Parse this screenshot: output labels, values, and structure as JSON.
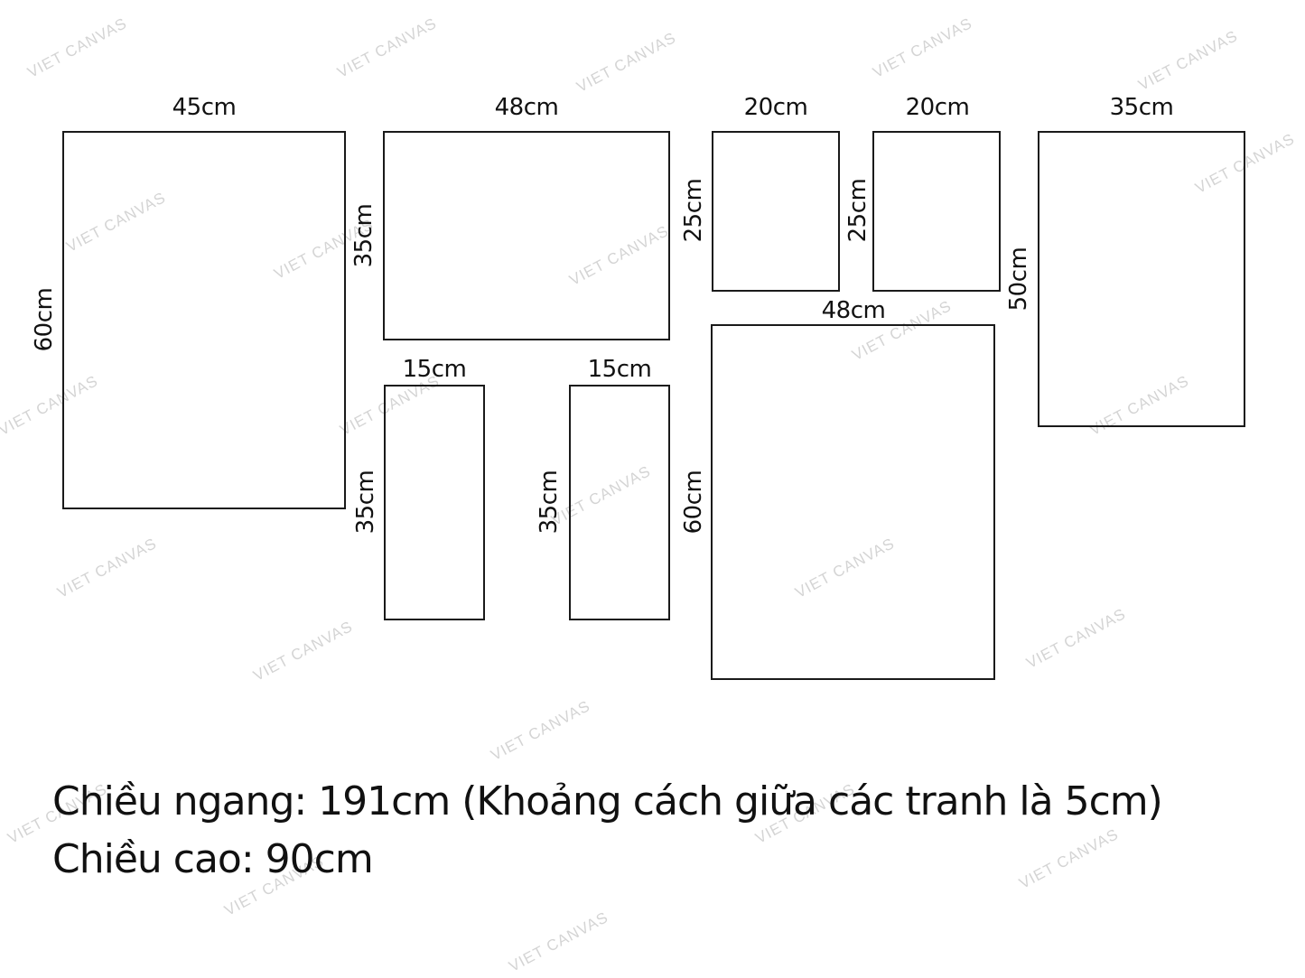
{
  "watermark": "VIET CANVAS",
  "panels": [
    {
      "id": "p1",
      "width_label": "45cm",
      "height_label": "60cm"
    },
    {
      "id": "p2",
      "width_label": "48cm",
      "height_label": "35cm"
    },
    {
      "id": "p3",
      "width_label": "15cm",
      "height_label": "35cm"
    },
    {
      "id": "p4",
      "width_label": "15cm",
      "height_label": "35cm"
    },
    {
      "id": "p5",
      "width_label": "20cm",
      "height_label": "25cm"
    },
    {
      "id": "p6",
      "width_label": "20cm",
      "height_label": "25cm"
    },
    {
      "id": "p7",
      "width_label": "48cm",
      "height_label": "60cm"
    },
    {
      "id": "p8",
      "width_label": "35cm",
      "height_label": "50cm"
    }
  ],
  "summary": {
    "width_line": "Chiều ngang: 191cm (Khoảng cách giữa các tranh là 5cm)",
    "height_line": "Chiều cao: 90cm"
  }
}
